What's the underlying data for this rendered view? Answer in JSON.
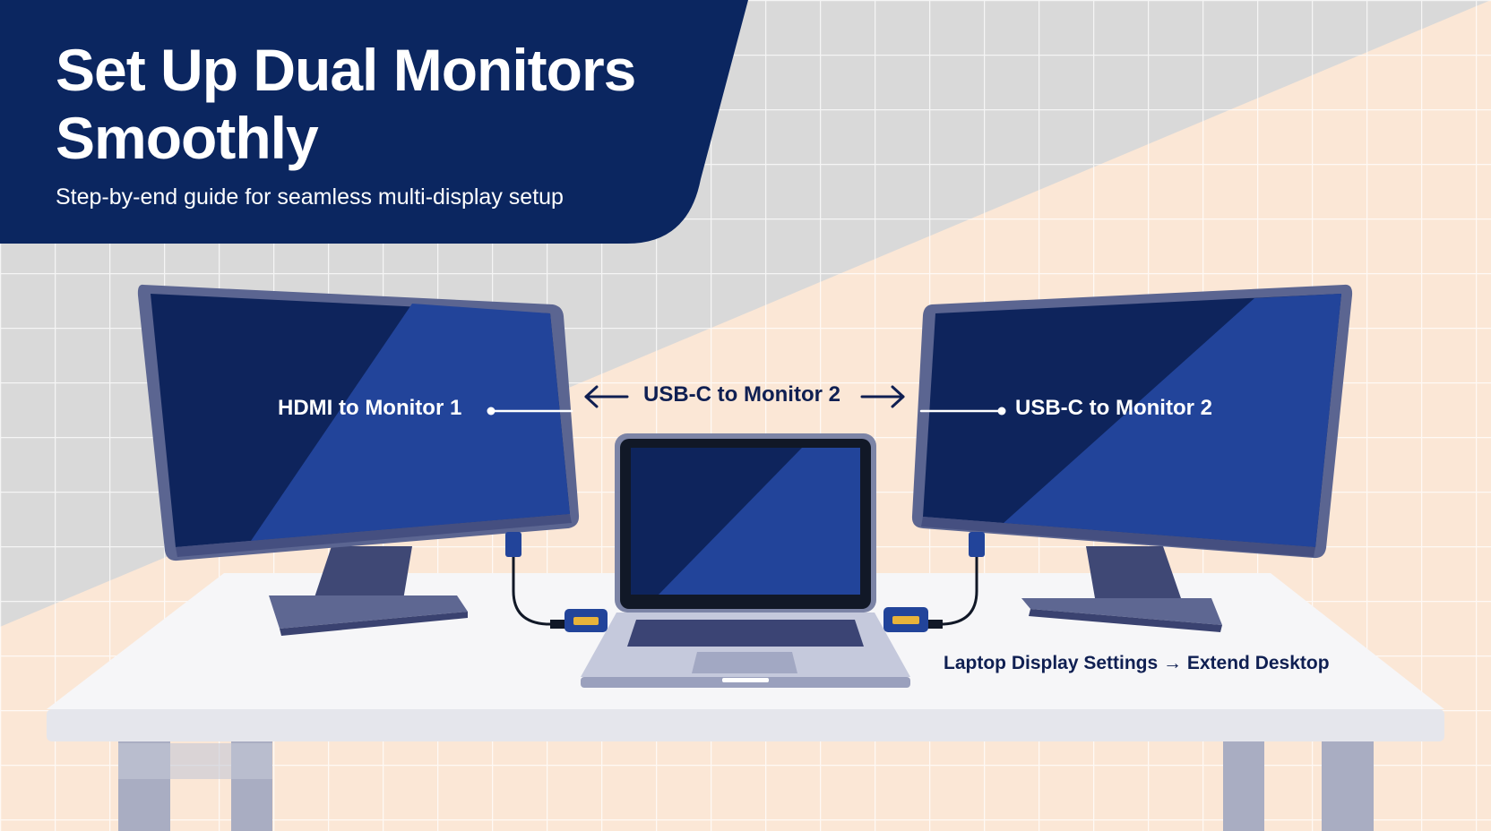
{
  "header": {
    "title": "Set Up Dual Monitors Smoothly",
    "subtitle": "Step-by-end guide for seamless multi-display setup"
  },
  "labels": {
    "monitor_left": "HDMI to Monitor 1",
    "center": "USB-C to Monitor 2",
    "monitor_right": "USB-C to Monitor 2",
    "settings": "Laptop Display Settings → Extend Desktop"
  },
  "colors": {
    "navy": "#0b2660",
    "screen_blue": "#22449a",
    "screen_dark": "#0e245c",
    "bezel": "#5b6591",
    "stand": "#5e6792",
    "desk": "#f6f6f8",
    "cable_connector": "#e8b33a",
    "background_gray": "#d9d9d9",
    "background_peach": "#fbe7d6"
  }
}
